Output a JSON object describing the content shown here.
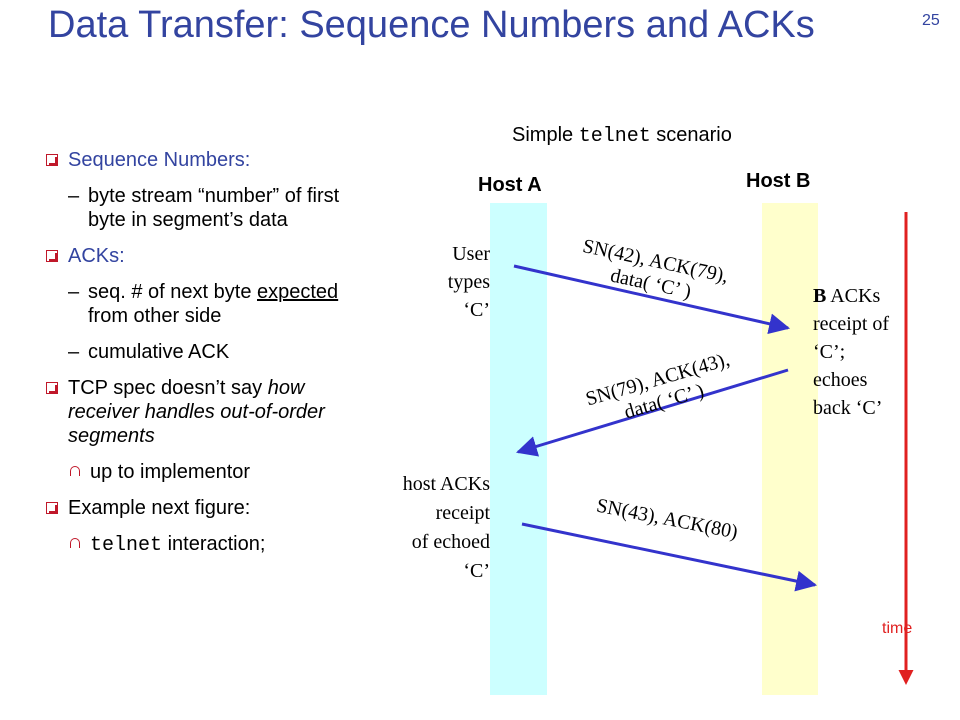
{
  "slide": {
    "title": "Data Transfer: Sequence Numbers and ACKs",
    "number": "25"
  },
  "bullets": {
    "seq_numbers": "Sequence Numbers:",
    "byte_stream": "byte stream “number” of first byte in segment’s data",
    "acks": "ACKs:",
    "seq_next_a": "seq. # of next byte ",
    "seq_next_expected": "expected",
    "seq_next_b": " from other side",
    "cumulative": "cumulative ACK",
    "tcp_spec_a": "TCP spec doesn’t say ",
    "tcp_spec_b": "how receiver handles out-of-order segments",
    "implementor": "up to implementor",
    "example": "Example next figure:",
    "telnet_word": "telnet",
    "telnet_rest": " interaction;"
  },
  "diagram": {
    "caption_a": "Simple ",
    "caption_mono": "telnet",
    "caption_b": " scenario",
    "host_a": "Host A",
    "host_b": "Host B",
    "note_user": [
      "User",
      "types",
      "‘C’"
    ],
    "note_b_bold": "B",
    "note_b_lines": [
      " ACKs",
      "receipt of",
      "‘C’;",
      "echoes",
      "back ‘C’"
    ],
    "note_host": [
      "host ACKs",
      "receipt",
      "of echoed",
      "‘C’"
    ],
    "msg1_l1": "SN(42), ACK(79),",
    "msg1_l2": "data( ‘C’ )",
    "msg2_l1": "SN(79), ACK(43),",
    "msg2_l2": "data( ‘C’ )",
    "msg3": "SN(43), ACK(80)",
    "time": "time",
    "colors": {
      "host_a": "#ccffff",
      "host_b": "#ffffcc",
      "arrow": "#3333cc",
      "time": "#e02020"
    }
  }
}
